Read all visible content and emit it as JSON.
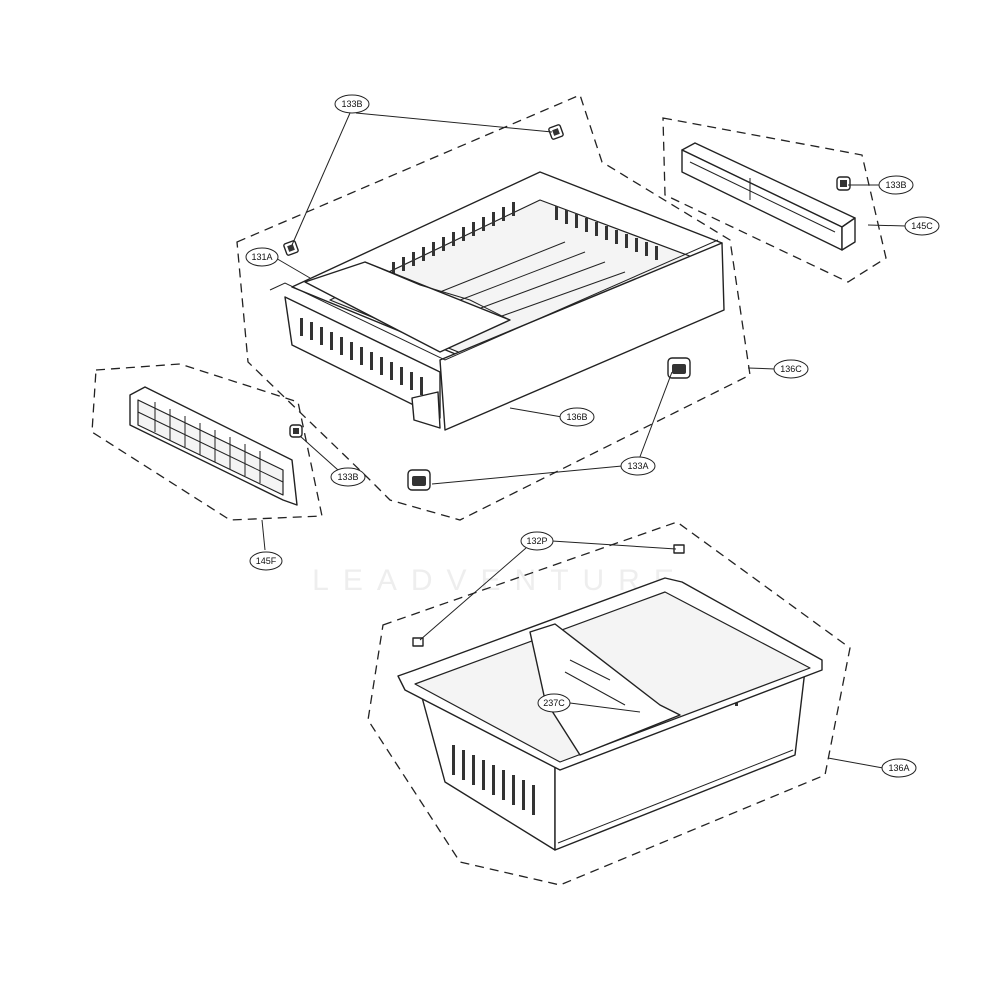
{
  "diagram": {
    "watermark_text": "LEADVENTURE",
    "labels": {
      "p133B_top": "133B",
      "p131A": "131A",
      "p133B_right": "133B",
      "p145C": "145C",
      "p136C": "136C",
      "p136B": "136B",
      "p133A": "133A",
      "p133B_left": "133B",
      "p145F": "145F",
      "p132P": "132P",
      "p237C": "237C",
      "p136A": "136A"
    }
  }
}
